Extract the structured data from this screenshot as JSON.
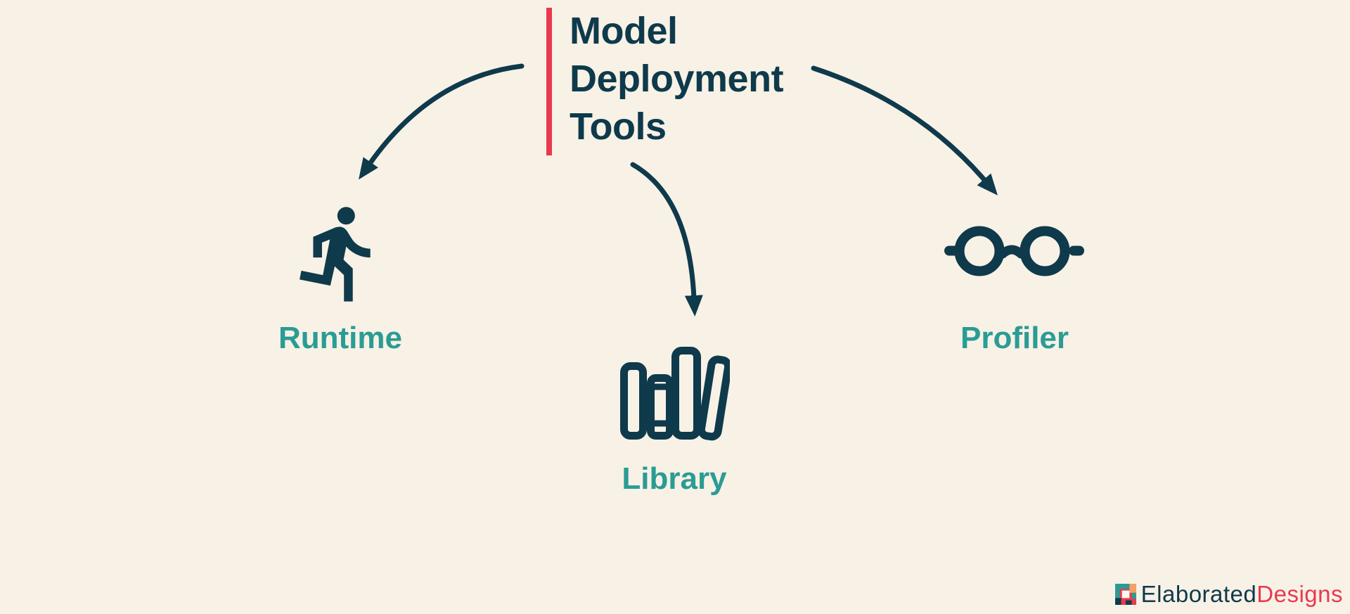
{
  "title": {
    "lines": [
      "Model",
      "Deployment",
      "Tools"
    ]
  },
  "nodes": [
    {
      "id": "runtime",
      "label": "Runtime",
      "icon": "runner-icon"
    },
    {
      "id": "library",
      "label": "Library",
      "icon": "books-icon"
    },
    {
      "id": "profiler",
      "label": "Profiler",
      "icon": "glasses-icon"
    }
  ],
  "diagram": {
    "type": "mind-map",
    "edges": [
      {
        "from": "title",
        "to": "runtime"
      },
      {
        "from": "title",
        "to": "library"
      },
      {
        "from": "title",
        "to": "profiler"
      }
    ]
  },
  "branding": {
    "name_primary": "Elaborated",
    "name_secondary": "Designs",
    "logo_icon": "mosaic-logo-icon"
  },
  "colors": {
    "bg": "#F8F1E6",
    "ink": "#0E3A4B",
    "teal": "#2A9C94",
    "red": "#E9394E",
    "logo-orange": "#F5A065",
    "logo-white": "#FDF8F1"
  }
}
